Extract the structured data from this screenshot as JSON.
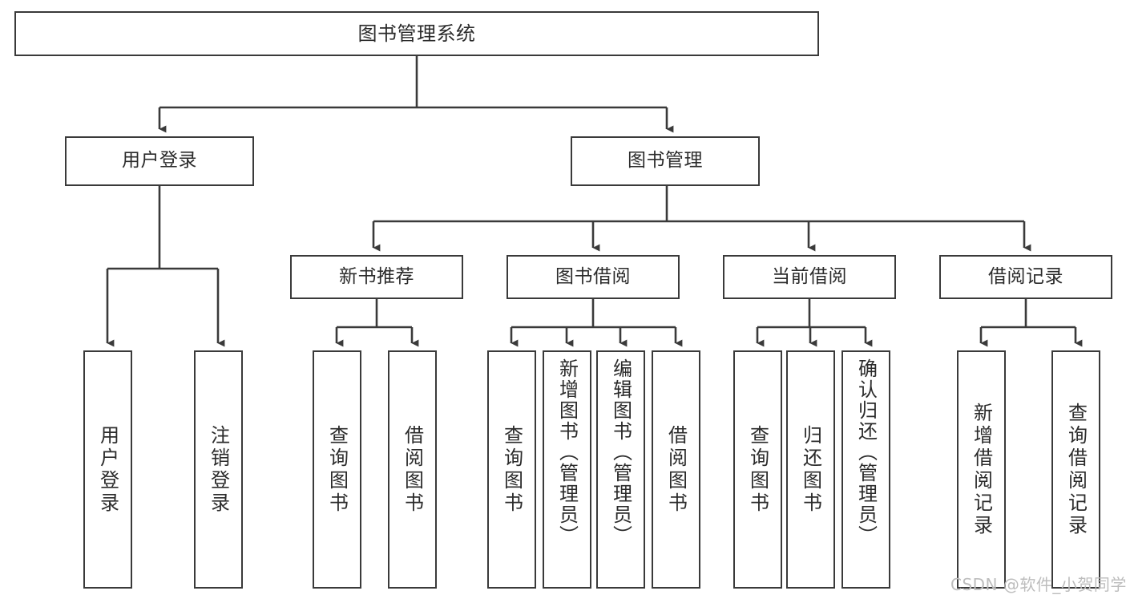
{
  "diagram": {
    "title": "图书管理系统",
    "root": {
      "label": "图书管理系统"
    },
    "level2": [
      {
        "label": "用户登录"
      },
      {
        "label": "图书管理"
      }
    ],
    "level3": [
      {
        "label": "新书推荐"
      },
      {
        "label": "图书借阅"
      },
      {
        "label": "当前借阅"
      },
      {
        "label": "借阅记录"
      }
    ],
    "leaves": {
      "user_login": [
        {
          "label": "用户登录"
        },
        {
          "label": "注销登录"
        }
      ],
      "new_book": [
        {
          "label": "查询图书"
        },
        {
          "label": "借阅图书"
        }
      ],
      "book_borrow": [
        {
          "label": "查询图书"
        },
        {
          "label": "新增图书（管理员）"
        },
        {
          "label": "编辑图书（管理员）"
        },
        {
          "label": "借阅图书"
        }
      ],
      "current_borrow": [
        {
          "label": "查询图书"
        },
        {
          "label": "归还图书"
        },
        {
          "label": "确认归还（管理员）"
        }
      ],
      "borrow_record": [
        {
          "label": "新增借阅记录"
        },
        {
          "label": "查询借阅记录"
        }
      ]
    }
  },
  "watermark": {
    "text": "CSDN @软件_小贺同学"
  },
  "colors": {
    "stroke": "#3a3a3a",
    "text": "#2b2b2b",
    "background": "#ffffff",
    "watermark": "#bdbdbd"
  }
}
